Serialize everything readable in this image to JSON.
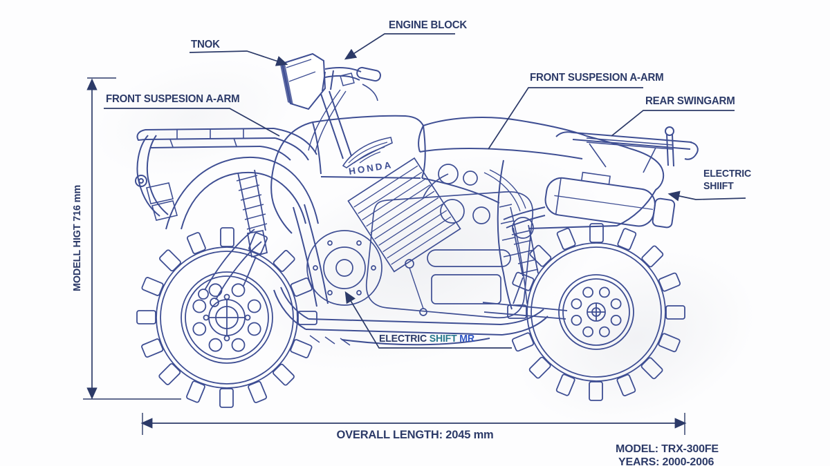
{
  "diagram": {
    "brand": "HONDA",
    "callouts": {
      "engine_block": "ENGINE BLOCK",
      "tank": "TNOK",
      "front_suspension_left": "FRONT SUSPESION A-ARM",
      "front_suspension_right": "FRONT SUSPESION A-ARM",
      "rear_swingarm": "REAR SWINGARM",
      "electric_shift": {
        "line1": "ELECTRIC",
        "line2": "SHIIFT"
      },
      "shift_motor": {
        "word1": "ELECTRIC",
        "word2": "SHIFT",
        "word3": "MR"
      }
    },
    "dimensions": {
      "height": "MODELL HIGT 716 mm",
      "length": "OVERALL LENGTH: 2045 mm"
    },
    "title_block": {
      "model": "MODEL: TRX-300FE",
      "years": "YEARS: 2000-2006"
    },
    "colors": {
      "line": "#3e4e93",
      "text": "#2c3a68",
      "shift_word2": "#2a7a8e",
      "shift_word3": "#2f55c4"
    }
  }
}
